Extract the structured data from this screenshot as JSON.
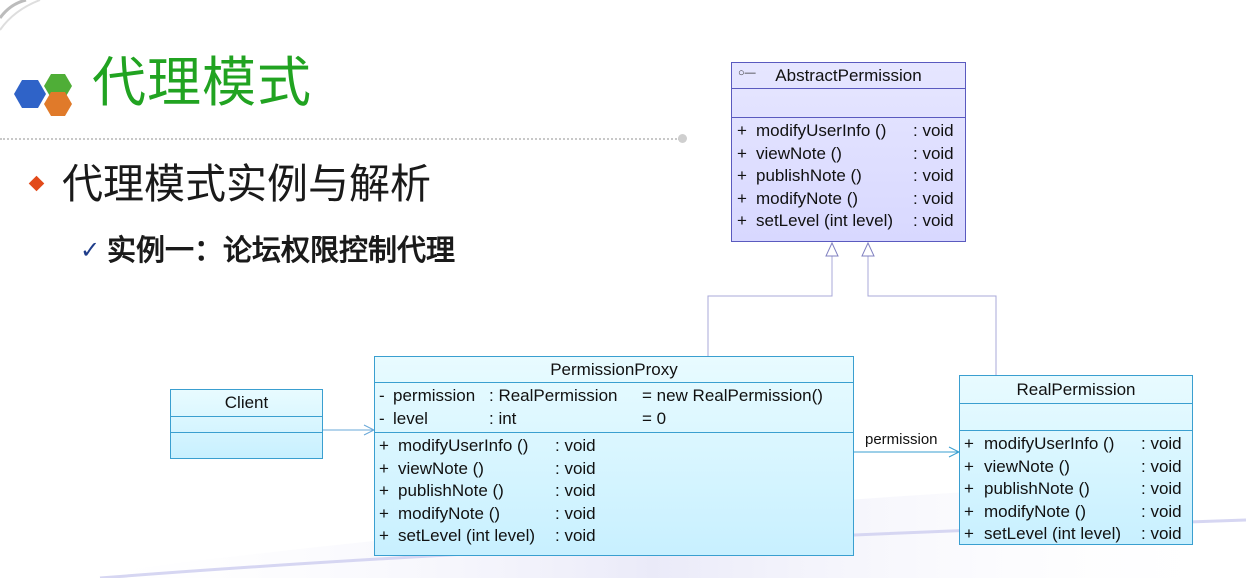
{
  "slide": {
    "title": "代理模式",
    "subtitle": "代理模式实例与解析",
    "example": "实例一：论坛权限控制代理"
  },
  "colors": {
    "title": "#21a321",
    "bullet": "#e24a1a",
    "abstract_fill": "#dcdcff",
    "class_fill": "#d4f4ff"
  },
  "icons": {
    "logo": "hexagon-cluster-icon",
    "bullet": "diamond-bullet-icon",
    "check": "checkmark-icon",
    "interface": "interface-marker-icon"
  },
  "diagram": {
    "abstract_permission": {
      "name": "AbstractPermission",
      "interface_marker": "○—",
      "operations": [
        {
          "vis": "+",
          "name": "modifyUserInfo ()",
          "type": ": void"
        },
        {
          "vis": "+",
          "name": "viewNote ()",
          "type": ": void"
        },
        {
          "vis": "+",
          "name": "publishNote ()",
          "type": ": void"
        },
        {
          "vis": "+",
          "name": "modifyNote ()",
          "type": ": void"
        },
        {
          "vis": "+",
          "name": "setLevel (int level)",
          "type": ": void"
        }
      ]
    },
    "permission_proxy": {
      "name": "PermissionProxy",
      "attributes": [
        {
          "vis": "-",
          "name": "permission",
          "type": ": RealPermission",
          "init": "= new RealPermission()"
        },
        {
          "vis": "-",
          "name": "level",
          "type": ": int",
          "init": "= 0"
        }
      ],
      "operations": [
        {
          "vis": "+",
          "name": "modifyUserInfo ()",
          "type": ": void"
        },
        {
          "vis": "+",
          "name": "viewNote ()",
          "type": ": void"
        },
        {
          "vis": "+",
          "name": "publishNote ()",
          "type": ": void"
        },
        {
          "vis": "+",
          "name": "modifyNote ()",
          "type": ": void"
        },
        {
          "vis": "+",
          "name": "setLevel (int level)",
          "type": ": void"
        }
      ]
    },
    "real_permission": {
      "name": "RealPermission",
      "operations": [
        {
          "vis": "+",
          "name": "modifyUserInfo ()",
          "type": ": void"
        },
        {
          "vis": "+",
          "name": "viewNote ()",
          "type": ": void"
        },
        {
          "vis": "+",
          "name": "publishNote ()",
          "type": ": void"
        },
        {
          "vis": "+",
          "name": "modifyNote ()",
          "type": ": void"
        },
        {
          "vis": "+",
          "name": "setLevel (int level)",
          "type": ": void"
        }
      ]
    },
    "client": {
      "name": "Client"
    },
    "association_label": "permission"
  }
}
